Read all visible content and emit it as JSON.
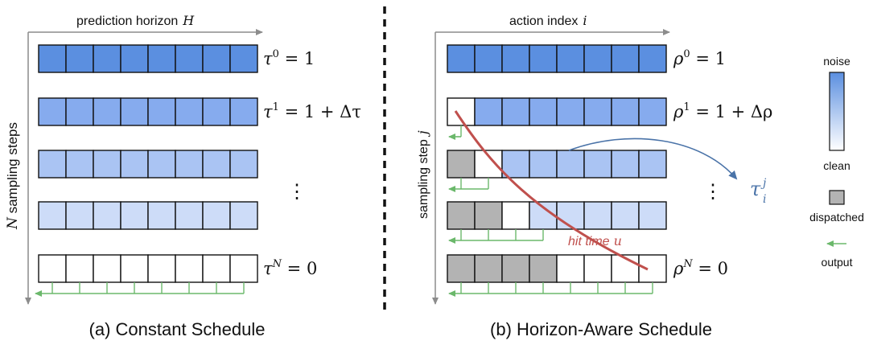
{
  "panel_a": {
    "axis_x_label": "prediction horizon",
    "axis_x_var": "H",
    "axis_y_var": "N",
    "axis_y_label": " sampling steps",
    "row_labels": [
      {
        "sym": "τ",
        "sup": "0",
        "rest": " = 1"
      },
      {
        "sym": "τ",
        "sup": "1",
        "rest": " = 1 + Δτ"
      },
      {
        "sym": "",
        "sup": "",
        "rest": ""
      },
      {
        "sym": "",
        "sup": "",
        "rest": ""
      },
      {
        "sym": "τ",
        "sup": "N",
        "rest": " = 0"
      }
    ],
    "ellipsis": "⋮",
    "caption": "(a) Constant Schedule"
  },
  "panel_b": {
    "axis_x_label": "action index",
    "axis_x_var": "i",
    "axis_y_label": "sampling step",
    "axis_y_var": "j",
    "row_labels": [
      {
        "sym": "ρ",
        "sup": "0",
        "rest": " = 1"
      },
      {
        "sym": "ρ",
        "sup": "1",
        "rest": " = 1 + Δρ"
      },
      {
        "sym": "",
        "sup": "",
        "rest": ""
      },
      {
        "sym": "",
        "sup": "",
        "rest": ""
      },
      {
        "sym": "ρ",
        "sup": "N",
        "rest": " = 0"
      }
    ],
    "ellipsis": "⋮",
    "hit_time_label": "hit time",
    "hit_time_var": "u",
    "tau_label": "τ",
    "tau_sub": "i",
    "tau_sup": "j",
    "caption": "(b) Horizon-Aware Schedule"
  },
  "legend": {
    "noise": "noise",
    "clean": "clean",
    "dispatched": "dispatched",
    "output": "output"
  },
  "colors": {
    "row_blues": [
      "#5b8fe0",
      "#86abee",
      "#aac4f3",
      "#cddcf8",
      "#ffffff"
    ],
    "dispatched": "#b3b3b3",
    "output_arrow": "#6bb86b",
    "hit_curve": "#c0504d",
    "tau_arrow": "#4a73a8",
    "axis": "#8c8c8c"
  },
  "grid": {
    "rows": 5,
    "cols": 8
  },
  "panel_b_dispatched_counts": [
    0,
    0,
    1,
    2,
    4
  ],
  "panel_b_clean_counts": [
    0,
    1,
    1,
    1,
    1
  ]
}
